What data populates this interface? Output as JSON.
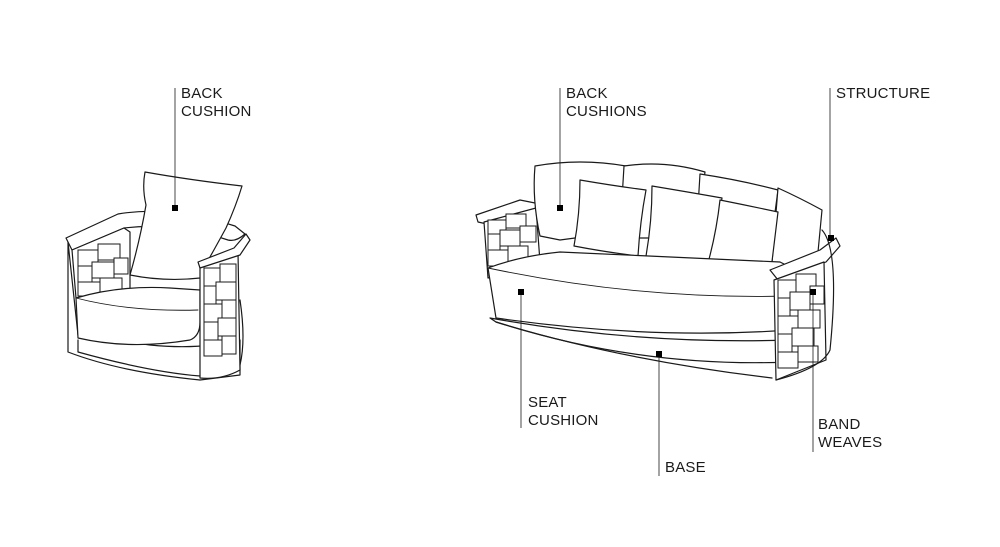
{
  "labels": {
    "armchair_back_cushion": [
      "BACK",
      "CUSHION"
    ],
    "sofa_back_cushions": [
      "BACK",
      "CUSHIONS"
    ],
    "structure": [
      "STRUCTURE"
    ],
    "seat_cushion": [
      "SEAT",
      "CUSHION"
    ],
    "base": [
      "BASE"
    ],
    "band_weaves": [
      "BAND",
      "WEAVES"
    ]
  },
  "colors": {
    "line": "#1a1a1a",
    "marker": "#000000",
    "background": "#ffffff"
  }
}
